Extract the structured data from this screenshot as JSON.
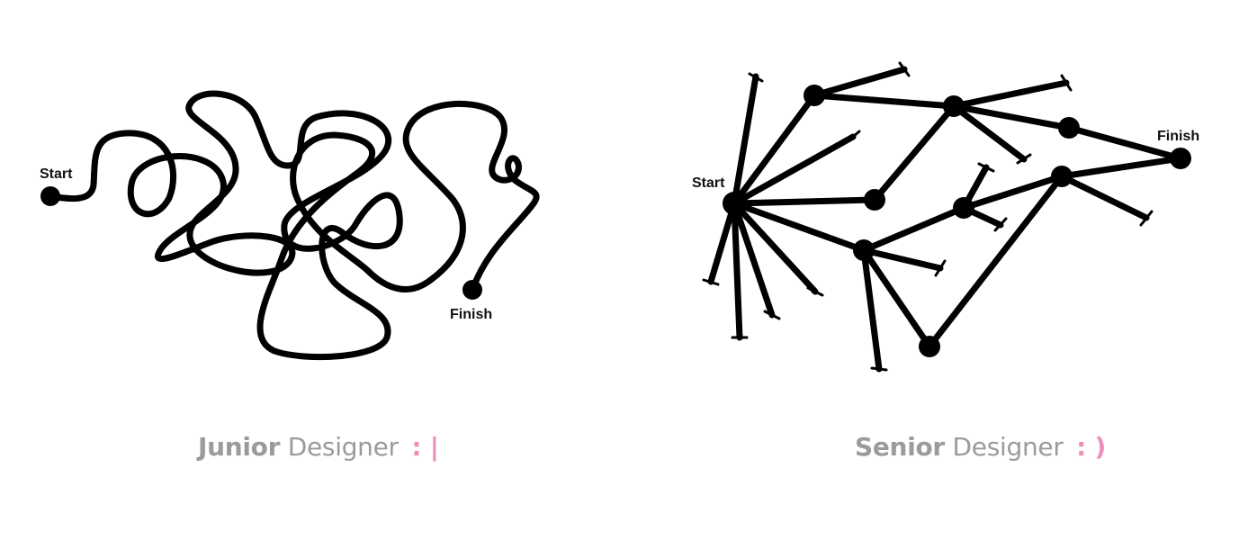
{
  "junior": {
    "start_label": "Start",
    "finish_label": "Finish",
    "caption_strong": "Junior",
    "caption_rest": "Designer",
    "emoticon": ": |"
  },
  "senior": {
    "start_label": "Start",
    "finish_label": "Finish",
    "caption_strong": "Senior",
    "caption_rest": "Designer",
    "emoticon": ": )"
  },
  "colors": {
    "stroke": "#000000",
    "caption_text": "#9b9b9b",
    "emoticon": "#f08dbb"
  }
}
